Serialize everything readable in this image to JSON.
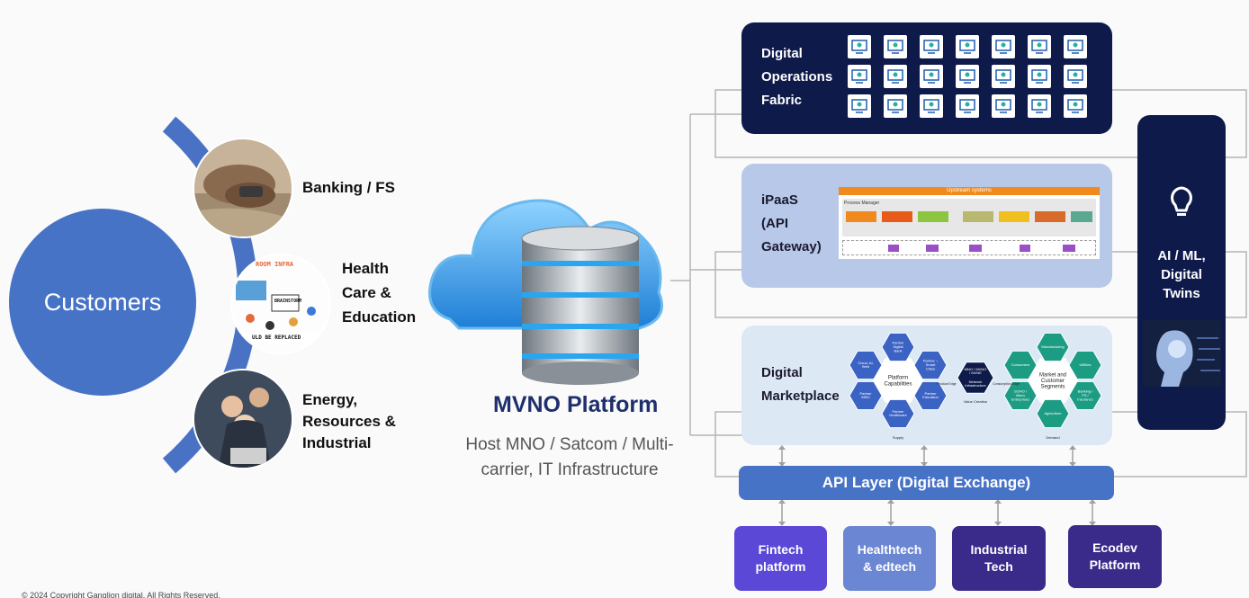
{
  "customers": {
    "label": "Customers"
  },
  "segments": [
    {
      "lines": [
        "Banking / FS"
      ]
    },
    {
      "lines": [
        "Health",
        "Care &",
        "Education"
      ]
    },
    {
      "lines": [
        "Energy,",
        "Resources &",
        "Industrial"
      ]
    }
  ],
  "segment_images": {
    "health_sign_top": "ROOM INFRA",
    "health_sign_mid": "BRAINSTORM",
    "health_sign_bottom": "ULD BE REPLACED"
  },
  "platform": {
    "title": "MVNO Platform",
    "subtitle_lines": [
      "Host MNO / Satcom / Multi-",
      "carrier, IT Infrastructure"
    ]
  },
  "panels": {
    "digital_ops": {
      "lines": [
        "Digital",
        "Operations",
        "Fabric"
      ]
    },
    "ipaas": {
      "lines": [
        "iPaaS",
        "(API",
        "Gateway)"
      ]
    },
    "marketplace": {
      "lines": [
        "Digital",
        "Marketplace"
      ]
    }
  },
  "ipaas_diagram": {
    "header": "Upstream systems",
    "process_label": "Process Manager"
  },
  "marketplace_diagram": {
    "platform_capabilities": "Platform Capabilities",
    "market_segments": "Market and Customer Segments",
    "center_box": "MNO / MVNO / MVNE",
    "center_sub": "Network Infrastructure",
    "left_hexes": [
      "Partner Digital Bank",
      "Cloud, AI, Web",
      "Partner – Smart Cities",
      "Partner MNO",
      "Partner Education",
      "Partner Healthcare"
    ],
    "right_hexes": [
      "Manufacturing",
      "Consumers",
      "Utilities",
      "SOHO / Micro Enterprises",
      "Banking / FS / Insurance",
      "Agriculture"
    ],
    "supply": "Supply",
    "demand": "Demand",
    "value_creation": "Value Creation",
    "product_edge": "Product Edge",
    "consumption_edge": "Consumption Edge"
  },
  "ai_panel": {
    "lines": [
      "AI / ML,",
      "Digital",
      "Twins"
    ]
  },
  "api_layer": {
    "label": "API Layer (Digital Exchange)"
  },
  "bottom_boxes": [
    {
      "lines": [
        "Fintech",
        "platform"
      ],
      "color": "#5b48d6"
    },
    {
      "lines": [
        "Healthtech",
        "& edtech"
      ],
      "color": "#6b86d2"
    },
    {
      "lines": [
        "Industrial",
        "Tech"
      ],
      "color": "#3a2a8a"
    },
    {
      "lines": [
        "Ecodev",
        "Platform"
      ],
      "color": "#3a2a8a"
    }
  ],
  "footer": {
    "text": "© 2024 Copyright Ganglion digital. All Rights Reserved."
  },
  "colors": {
    "navy": "#0e1a4a",
    "customers_blue": "#4773c7",
    "arc_blue": "#4a72c4",
    "platform_title": "#1e2f6b",
    "api_layer": "#4773c7",
    "ipaas_panel": "#b8c8e8",
    "marketplace_panel": "#dde8f5",
    "hex_teal": "#1d9c84",
    "hex_blue": "#3b63c4"
  }
}
